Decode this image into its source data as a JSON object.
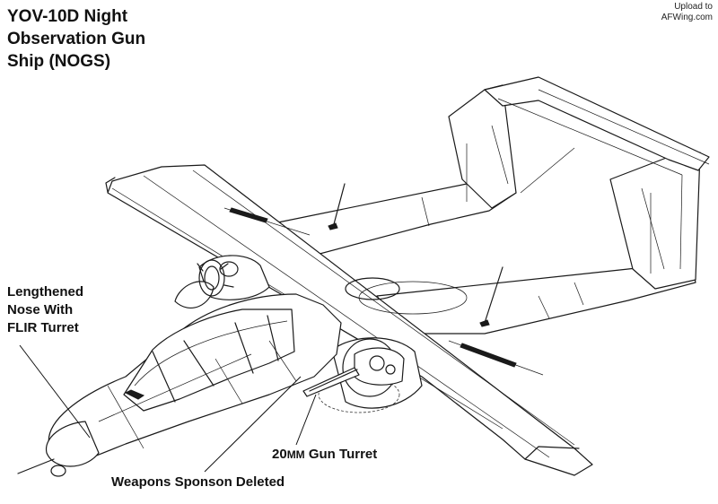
{
  "title_lines": [
    "YOV-10D Night",
    "Observation Gun",
    "Ship (NOGS)"
  ],
  "watermark_lines": [
    "Upload to",
    "AFWing.com"
  ],
  "callouts": {
    "nose": [
      "Lengthened",
      "Nose With",
      "FLIR Turret"
    ],
    "turret_prefix": "20",
    "turret_unit": "MM",
    "turret_rest": " Gun Turret",
    "sponson": "Weapons Sponson Deleted"
  }
}
